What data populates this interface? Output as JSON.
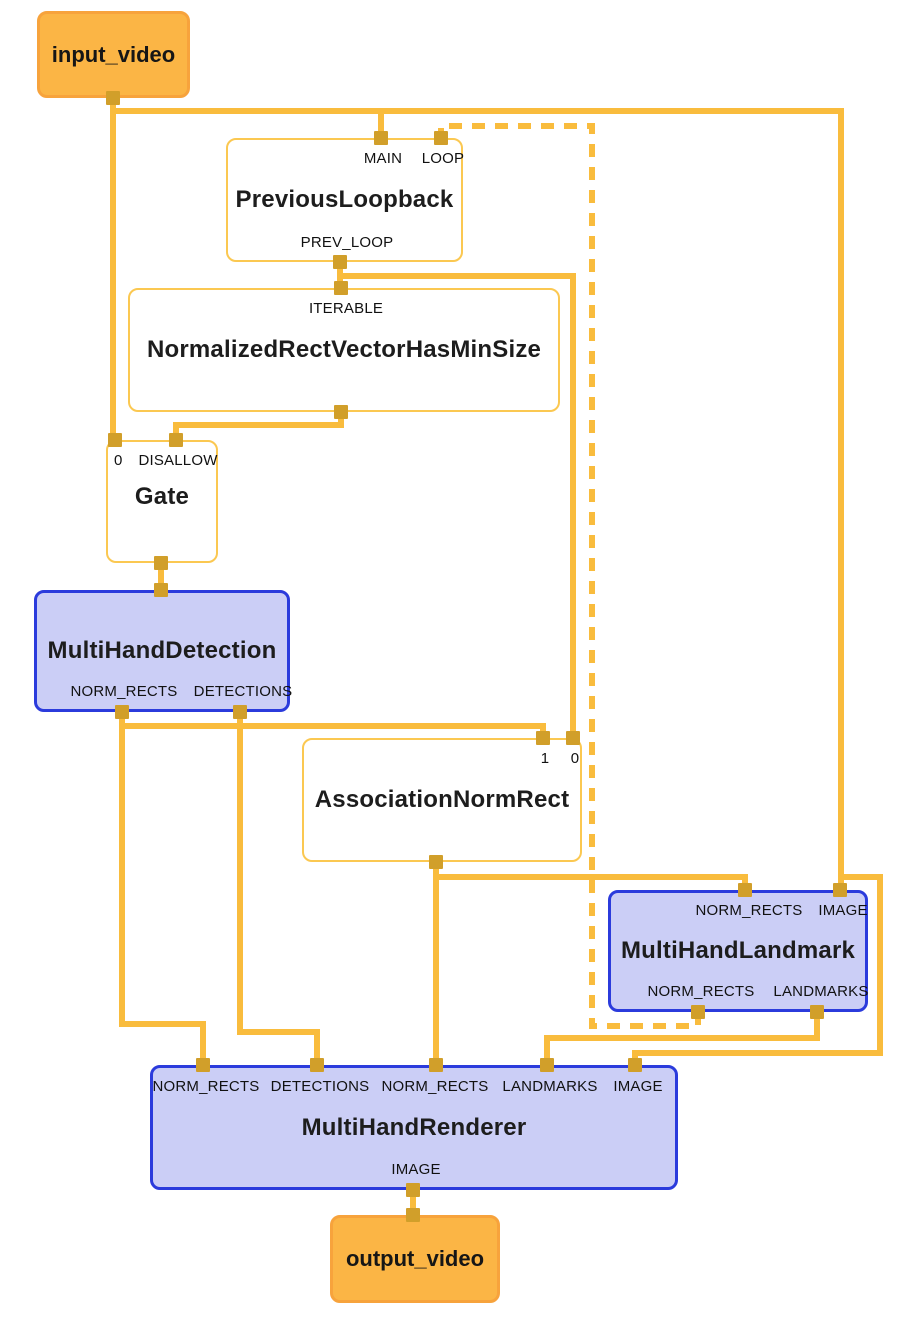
{
  "nodes": {
    "input_video": {
      "label": "input_video"
    },
    "previous_loopback": {
      "title": "PreviousLoopback",
      "inputs": [
        "MAIN",
        "LOOP"
      ],
      "outputs": [
        "PREV_LOOP"
      ]
    },
    "normalized_rect_vector_has_min_size": {
      "title": "NormalizedRectVectorHasMinSize",
      "inputs": [
        "ITERABLE"
      ]
    },
    "gate": {
      "title": "Gate",
      "inputs": [
        "0",
        "DISALLOW"
      ]
    },
    "multi_hand_detection": {
      "title": "MultiHandDetection",
      "outputs": [
        "NORM_RECTS",
        "DETECTIONS"
      ]
    },
    "association_norm_rect": {
      "title": "AssociationNormRect",
      "inputs": [
        "1",
        "0"
      ]
    },
    "multi_hand_landmark": {
      "title": "MultiHandLandmark",
      "inputs": [
        "NORM_RECTS",
        "IMAGE"
      ],
      "outputs": [
        "NORM_RECTS",
        "LANDMARKS"
      ]
    },
    "multi_hand_renderer": {
      "title": "MultiHandRenderer",
      "inputs": [
        "NORM_RECTS",
        "DETECTIONS",
        "NORM_RECTS",
        "LANDMARKS",
        "IMAGE"
      ],
      "outputs": [
        "IMAGE"
      ]
    },
    "output_video": {
      "label": "output_video"
    }
  },
  "colors": {
    "edge": "#F9BC3D",
    "port": "#D19F2A",
    "stream_node_fill": "#FBB545",
    "stream_node_border": "#F7A33C",
    "calculator_node_border": "#FBC851",
    "subgraph_node_fill": "#CBCEF6",
    "subgraph_node_border": "#2B3BDC",
    "background": "#FFFFFF"
  },
  "edge_styles": {
    "back_edge": "dashed",
    "forward_edge": "solid"
  }
}
